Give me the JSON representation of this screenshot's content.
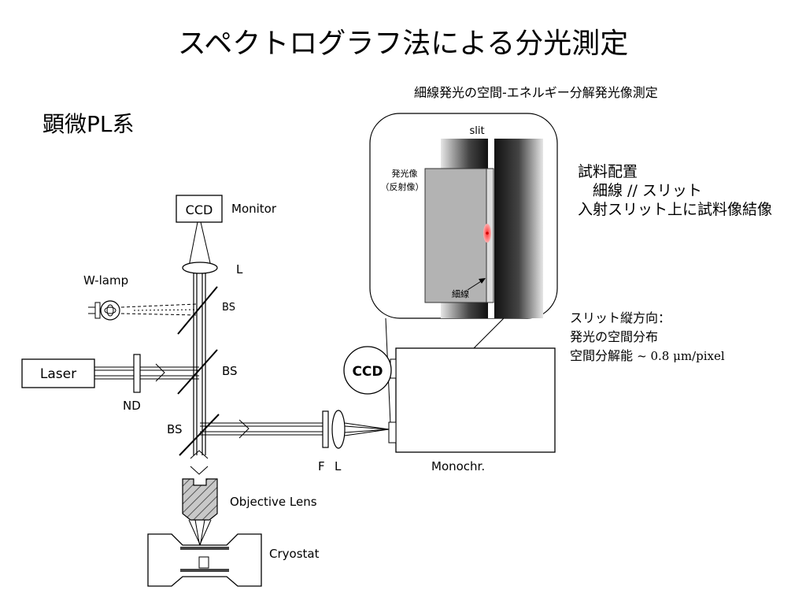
{
  "title": "スペクトログラフ法による分光測定",
  "left_heading": "顕微PL系",
  "right_heading": "細線発光の空間-エネルギー分解発光像測定",
  "inset": {
    "slit_label": "slit",
    "image_label_line1": "発光像",
    "image_label_line2": "（反射像）",
    "wire_label": "細線"
  },
  "notes_top": [
    "試料配置",
    "　細線 // スリット",
    "入射スリット上に試料像結像"
  ],
  "notes_bottom": {
    "line1": "スリット縦方向：",
    "line2": "発光の空間分布",
    "line3_label": "空間分解能",
    "line3_value": "~ 0.8 μm/pixel"
  },
  "labels": {
    "ccd_top": "CCD",
    "monitor": "Monitor",
    "lens_top": "L",
    "w_lamp": "W-lamp",
    "bs_small": "BS",
    "laser": "Laser",
    "bs_mid": "BS",
    "nd": "ND",
    "bs_low": "BS",
    "ccd_round": "CCD",
    "f": "F",
    "l": "L",
    "monochr": "Monochr.",
    "objective": "Objective Lens",
    "cryostat": "Cryostat"
  }
}
